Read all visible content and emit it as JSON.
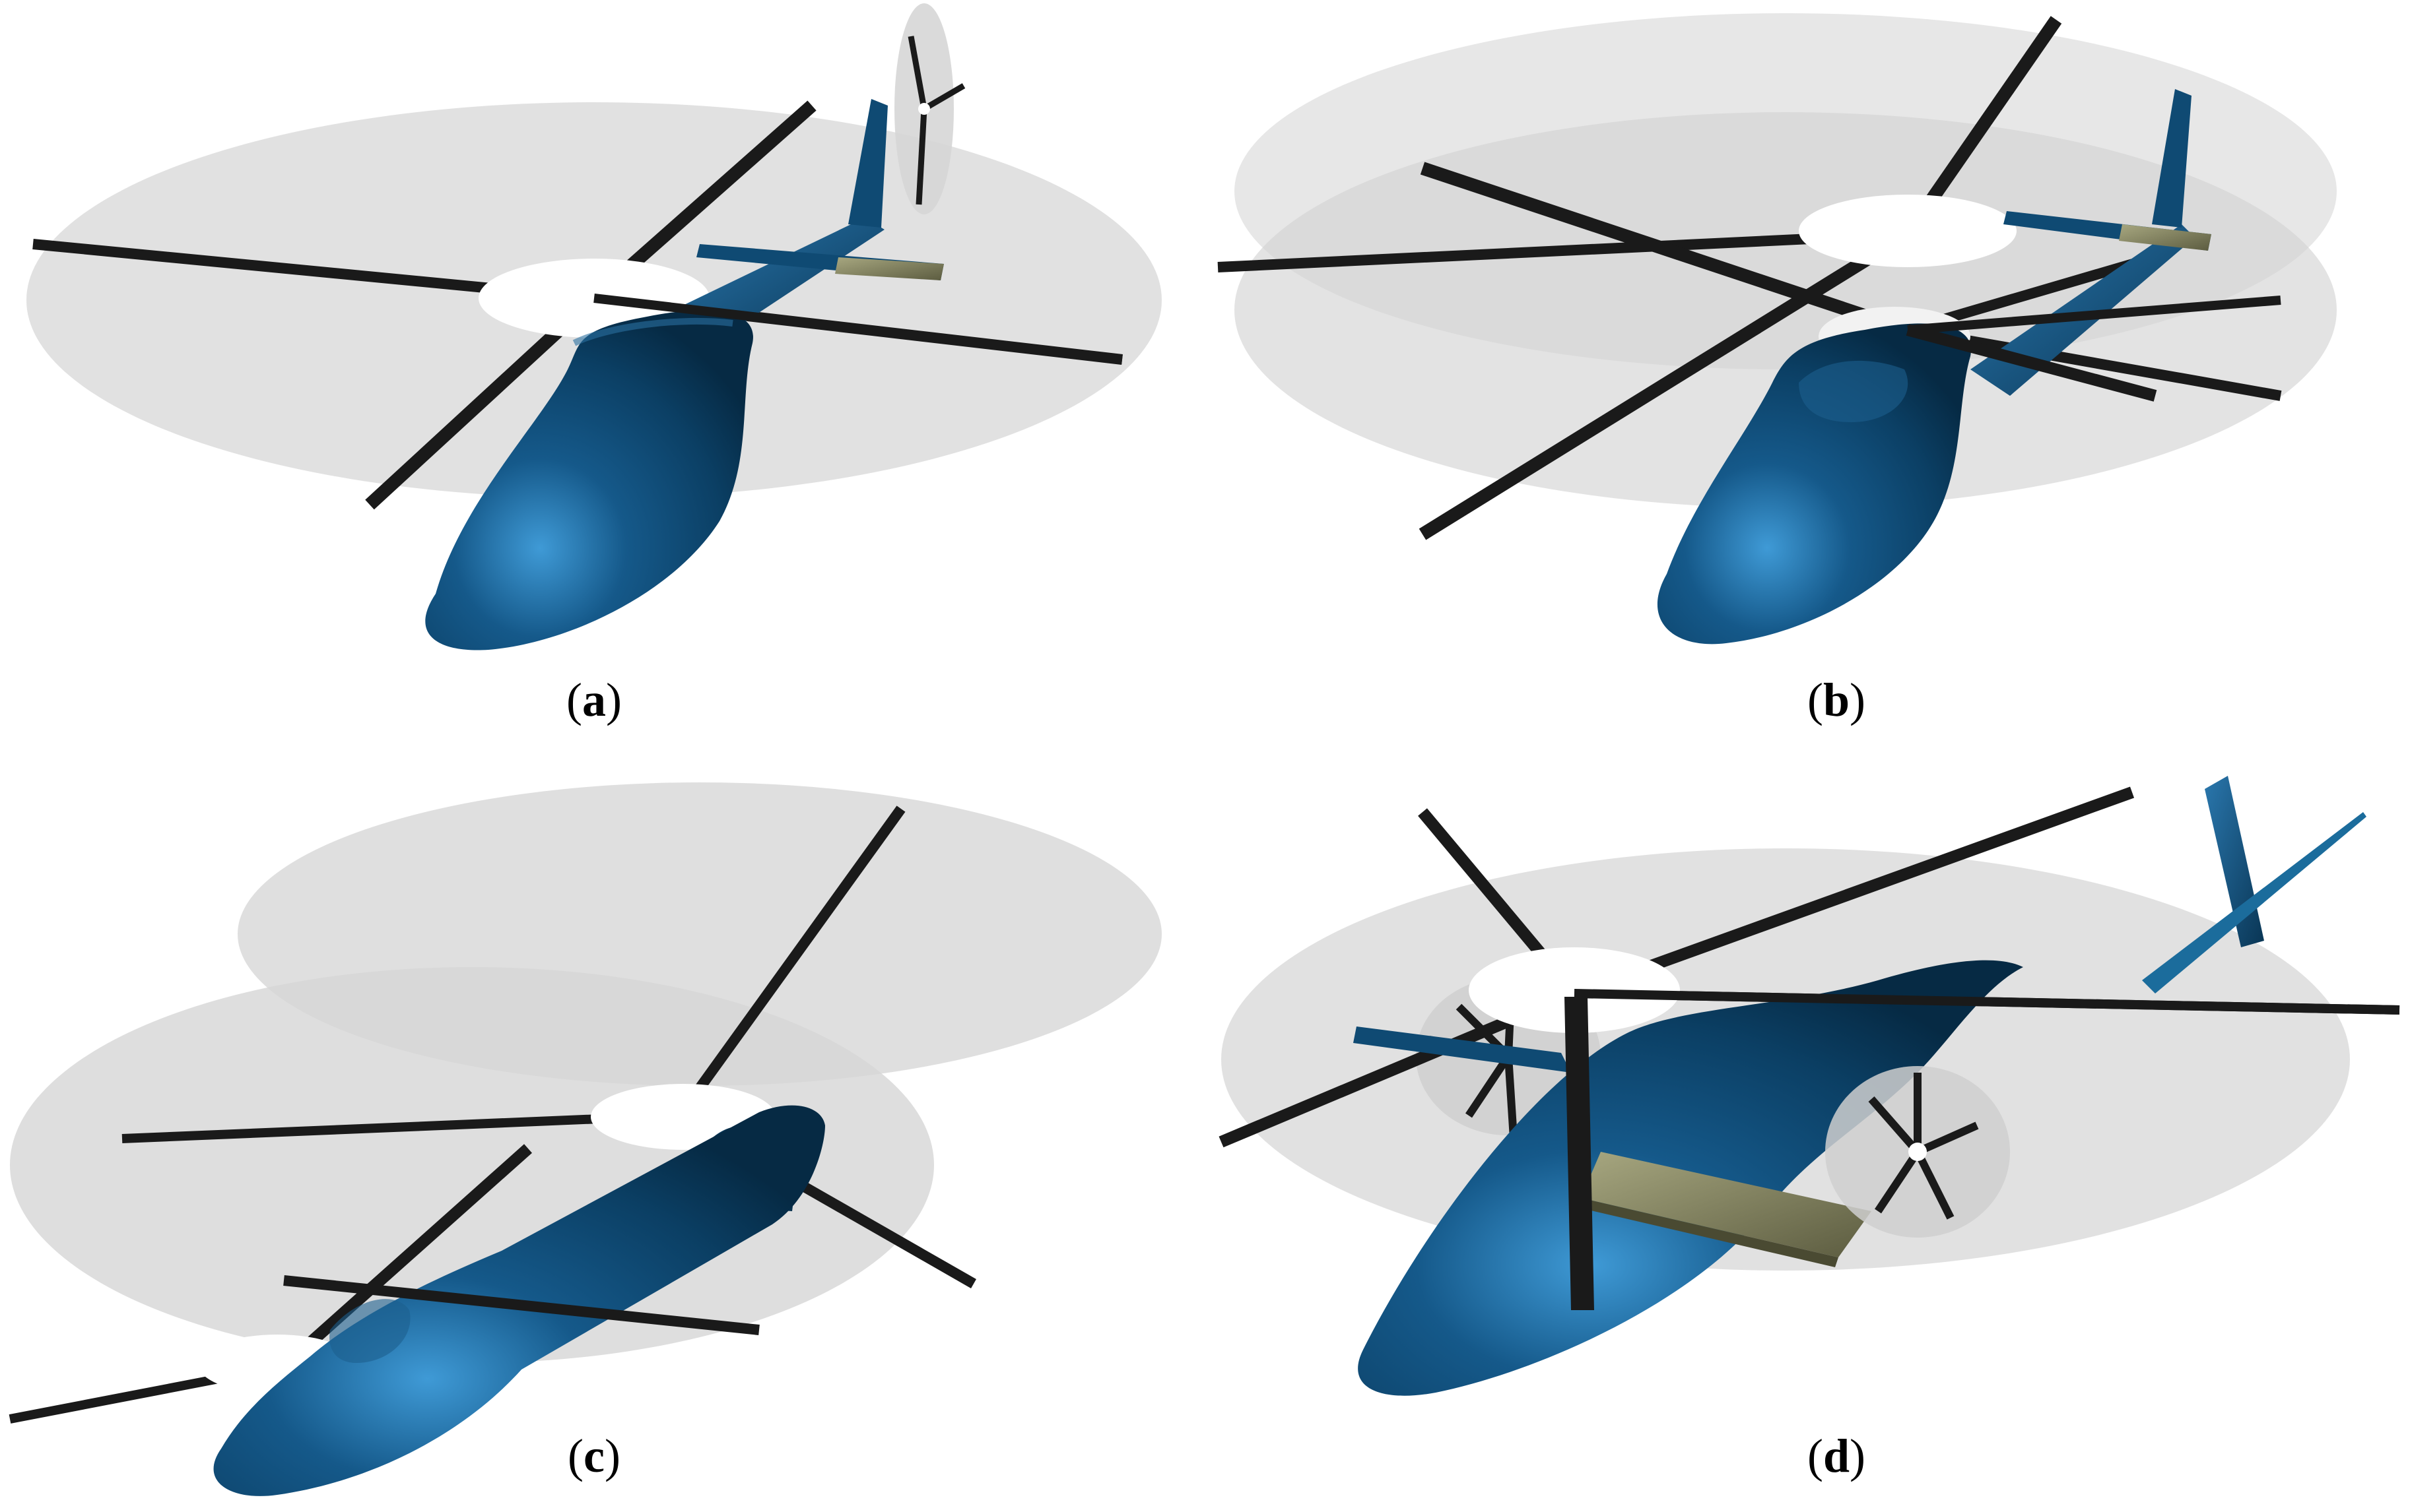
{
  "figure": {
    "panels": [
      {
        "id": "a",
        "letter": "a",
        "config": "single-main-rotor-with-tail-rotor"
      },
      {
        "id": "b",
        "letter": "b",
        "config": "coaxial-rotor"
      },
      {
        "id": "c",
        "letter": "c",
        "config": "tandem-rotor"
      },
      {
        "id": "d",
        "letter": "d",
        "config": "compound-rotor-with-wing-propellers"
      }
    ],
    "colors": {
      "fuselage": "#0f4a73",
      "fuselage_highlight": "#2f86c0",
      "fuselage_shadow": "#062a44",
      "rotor_disc": "#d9d9d9",
      "blade": "#1a1a1a",
      "hub": "#ffffff",
      "wing": "#8a8a64"
    }
  }
}
